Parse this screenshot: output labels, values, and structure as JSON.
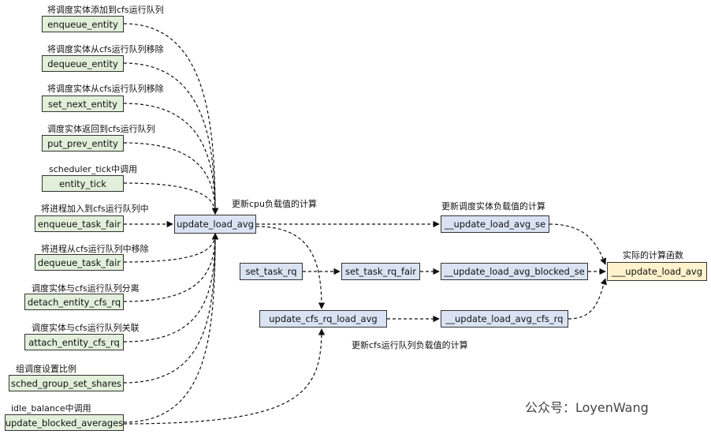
{
  "sources": [
    {
      "name": "enqueue_entity",
      "caption": "将调度实体添加到cfs运行队列"
    },
    {
      "name": "dequeue_entity",
      "caption": "将调度实体从cfs运行队列移除"
    },
    {
      "name": "set_next_entity",
      "caption": "将调度实体从cfs运行队列移除"
    },
    {
      "name": "put_prev_entity",
      "caption": "调度实体返回到cfs运行队列"
    },
    {
      "name": "entity_tick",
      "caption": "scheduler_tick中调用"
    },
    {
      "name": "enqueue_task_fair",
      "caption": "将进程加入到cfs运行队列中"
    },
    {
      "name": "dequeue_task_fair",
      "caption": "将进程从cfs运行队列中移除"
    },
    {
      "name": "detach_entity_cfs_rq",
      "caption": "调度实体与cfs运行队列分离"
    },
    {
      "name": "attach_entity_cfs_rq",
      "caption": "调度实体与cfs运行队列关联"
    },
    {
      "name": "sched_group_set_shares",
      "caption": "组调度设置比例"
    },
    {
      "name": "update_blocked_averages",
      "caption": "idle_balance中调用"
    }
  ],
  "nodes": {
    "update_load_avg": "update_load_avg",
    "set_task_rq": "set_task_rq",
    "set_task_rq_fair": "set_task_rq_fair",
    "update_cfs_rq_load_avg": "update_cfs_rq_load_avg",
    "update_load_avg_se": "__update_load_avg_se",
    "update_load_avg_blocked_se": "__update_load_avg_blocked_se",
    "update_load_avg_cfs_rq": "__update_load_avg_cfs_rq",
    "update_load_avg_core": "___update_load_avg"
  },
  "labels": {
    "cpu_load": "更新cpu负载值的计算",
    "se_load": "更新调度实体负载值的计算",
    "actual_calc": "实际的计算函数",
    "cfs_rq_load": "更新cfs运行队列负载值的计算"
  },
  "watermark": "公众号：LoyenWang",
  "colors": {
    "source_fill": "#e2efda",
    "function_fill": "#dae3f3",
    "core_fill": "#fff2cc",
    "line": "#111111"
  }
}
